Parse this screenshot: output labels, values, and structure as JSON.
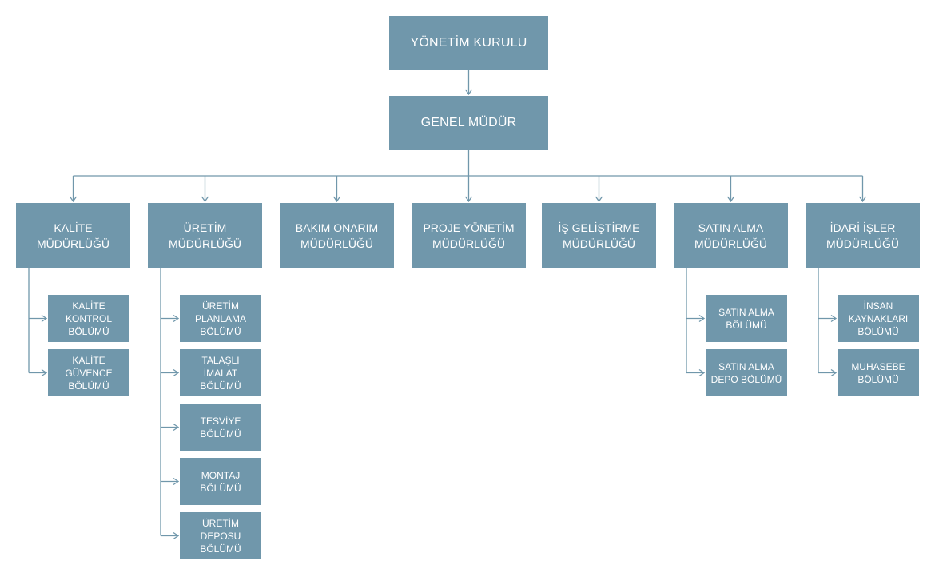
{
  "org_chart": {
    "board": "YÖNETİM KURULU",
    "gm": "GENEL MÜDÜR",
    "departments": [
      {
        "line1": "KALİTE",
        "line2": "MÜDÜRLÜĞÜ",
        "units": [
          {
            "lines": [
              "KALİTE",
              "KONTROL",
              "BÖLÜMÜ"
            ]
          },
          {
            "lines": [
              "KALİTE",
              "GÜVENCE",
              "BÖLÜMÜ"
            ]
          }
        ]
      },
      {
        "line1": "ÜRETİM",
        "line2": "MÜDÜRLÜĞÜ",
        "units": [
          {
            "lines": [
              "ÜRETİM",
              "PLANLAMA",
              "BÖLÜMÜ"
            ]
          },
          {
            "lines": [
              "TALAŞLI",
              "İMALAT",
              "BÖLÜMÜ"
            ]
          },
          {
            "lines": [
              "TESVİYE",
              "BÖLÜMÜ"
            ]
          },
          {
            "lines": [
              "MONTAJ",
              "BÖLÜMÜ"
            ]
          },
          {
            "lines": [
              "ÜRETİM",
              "DEPOSU",
              "BÖLÜMÜ"
            ]
          }
        ]
      },
      {
        "line1": "BAKIM ONARIM",
        "line2": "MÜDÜRLÜĞÜ",
        "units": []
      },
      {
        "line1": "PROJE YÖNETİM",
        "line2": "MÜDÜRLÜĞÜ",
        "units": []
      },
      {
        "line1": "İŞ GELİŞTİRME",
        "line2": "MÜDÜRLÜĞÜ",
        "units": []
      },
      {
        "line1": "SATIN ALMA",
        "line2": "MÜDÜRLÜĞÜ",
        "units": [
          {
            "lines": [
              "SATIN ALMA",
              "BÖLÜMÜ"
            ]
          },
          {
            "lines": [
              "SATIN ALMA",
              "DEPO BÖLÜMÜ"
            ]
          }
        ]
      },
      {
        "line1": "İDARİ İŞLER",
        "line2": "MÜDÜRLÜĞÜ",
        "units": [
          {
            "lines": [
              "İNSAN",
              "KAYNAKLARI",
              "BÖLÜMÜ"
            ]
          },
          {
            "lines": [
              "MUHASEBE",
              "BÖLÜMÜ"
            ]
          }
        ]
      }
    ]
  },
  "colors": {
    "box_fill": "#7097ab",
    "box_text": "#ffffff",
    "connector": "#7097ab"
  }
}
